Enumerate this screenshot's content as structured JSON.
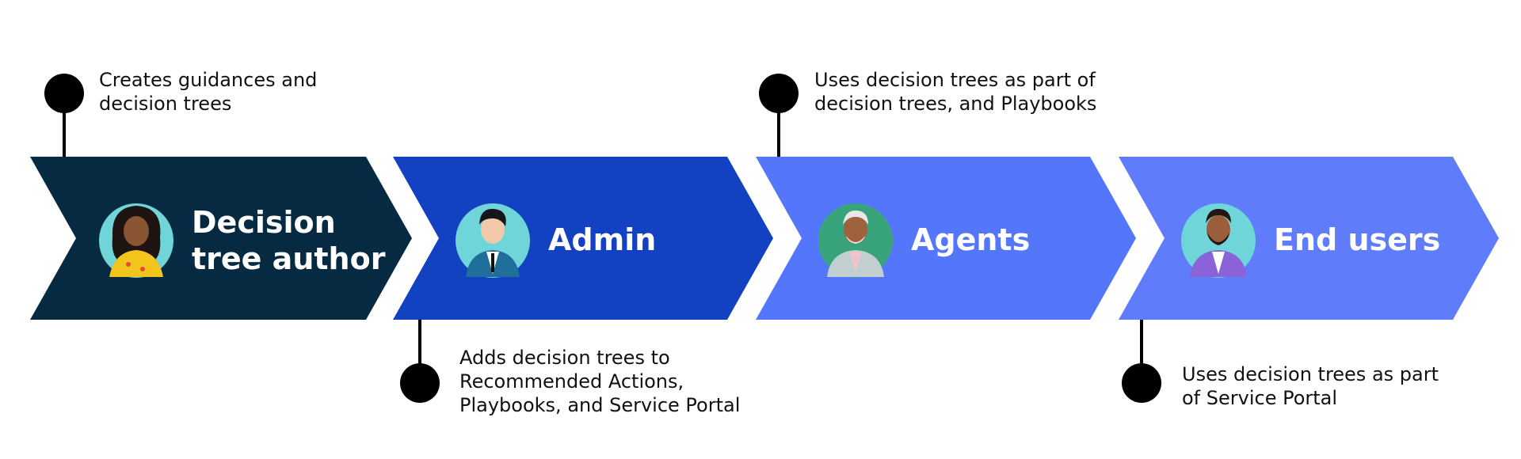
{
  "colors": {
    "stage1": "#062a41",
    "stage2": "#1241c1",
    "stage3": "#5476fb",
    "stage4": "#5f7cfb",
    "connector": "#000000",
    "avatar_bg": "#6fd5d9",
    "avatar_bg_agents": "#38a37a"
  },
  "stages": [
    {
      "role_lines": [
        "Decision",
        "tree author"
      ],
      "annotation_lines": [
        "Creates guidances and",
        "decision trees"
      ],
      "annotation_side": "top",
      "avatar_icon": "woman-avatar-icon"
    },
    {
      "role_lines": [
        "Admin"
      ],
      "annotation_lines": [
        "Adds decision trees to",
        "Recommended Actions,",
        "Playbooks, and Service Portal"
      ],
      "annotation_side": "bottom",
      "avatar_icon": "man-suit-avatar-icon"
    },
    {
      "role_lines": [
        "Agents"
      ],
      "annotation_lines": [
        "Uses decision trees as part of",
        "decision trees, and Playbooks"
      ],
      "annotation_side": "top",
      "avatar_icon": "older-man-avatar-icon"
    },
    {
      "role_lines": [
        "End users"
      ],
      "annotation_lines": [
        "Uses decision trees as part",
        "of Service Portal"
      ],
      "annotation_side": "bottom",
      "avatar_icon": "bearded-man-avatar-icon"
    }
  ]
}
